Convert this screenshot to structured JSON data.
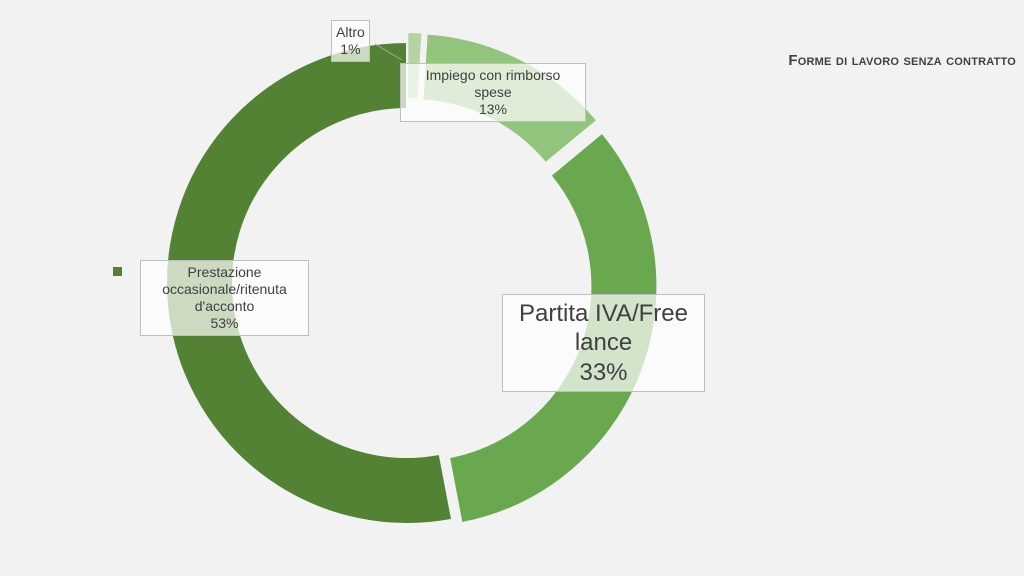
{
  "chart_data": {
    "type": "pie",
    "donut": true,
    "title": "Forme di lavoro senza contratto",
    "categories": [
      "Altro",
      "Impiego con rimborso spese",
      "Partita IVA/Free lance",
      "Prestazione occasionale/ritenuta d'acconto"
    ],
    "values": [
      1,
      13,
      33,
      53
    ],
    "value_labels": [
      "1%",
      "13%",
      "33%",
      "53%"
    ],
    "colors": [
      "#b5d3a0",
      "#93c47d",
      "#6aa84f",
      "#548235"
    ],
    "label_lines": {
      "altro": [
        "Altro"
      ],
      "impiego": [
        "Impiego con rimborso",
        "spese"
      ],
      "partita": [
        "Partita IVA/Free",
        "lance"
      ],
      "prestazione": [
        "Prestazione",
        "occasionale/ritenuta",
        "d'acconto"
      ]
    },
    "legend_color": "#548235"
  }
}
